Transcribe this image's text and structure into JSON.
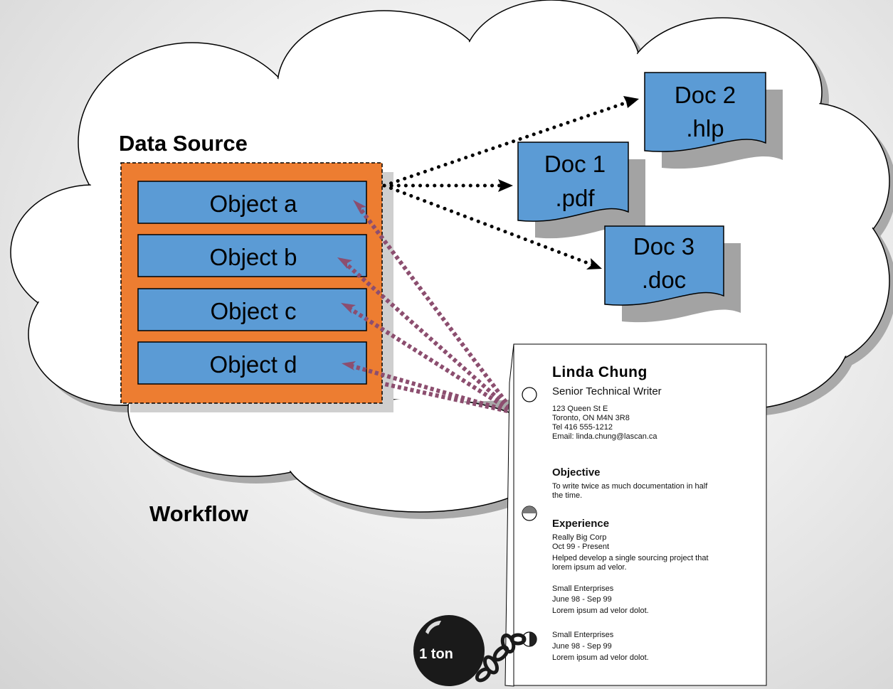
{
  "diagram": {
    "source_label": "Data Source",
    "workflow_label": "Workflow",
    "objects": [
      "Object a",
      "Object b",
      "Object c",
      "Object d"
    ],
    "docs": [
      {
        "name": "Doc 1",
        "ext": ".pdf"
      },
      {
        "name": "Doc 2",
        "ext": ".hlp"
      },
      {
        "name": "Doc 3",
        "ext": ".doc"
      }
    ],
    "weight_label": "1 ton",
    "colors": {
      "source_box": "#ed7d31",
      "object_fill": "#5b9bd5",
      "doc_fill": "#5b9bd5",
      "link_arrow": "#8c4e6f",
      "output_arrow": "#000000",
      "ball": "#1a1a1a"
    }
  },
  "resume": {
    "name": "Linda Chung",
    "title": "Senior Technical Writer",
    "address": [
      "123 Queen St E",
      "Toronto, ON M4N 3R8",
      "Tel 416 555-1212",
      "Email: linda.chung@lascan.ca"
    ],
    "objective_heading": "Objective",
    "objective_text": [
      "To write twice as much documentation in half",
      "the time."
    ],
    "experience_heading": "Experience",
    "jobs": [
      {
        "lines": [
          "Really Big Corp",
          "Oct 99 - Present",
          "Helped develop a single sourcing project that",
          "lorem ipsum ad velor."
        ]
      },
      {
        "lines": [
          "Small Enterprises",
          "June 98 - Sep 99",
          "Lorem ipsum ad velor dolot."
        ]
      },
      {
        "lines": [
          "Small Enterprises",
          "June 98 - Sep 99",
          "Lorem ipsum ad velor dolot."
        ]
      }
    ]
  }
}
